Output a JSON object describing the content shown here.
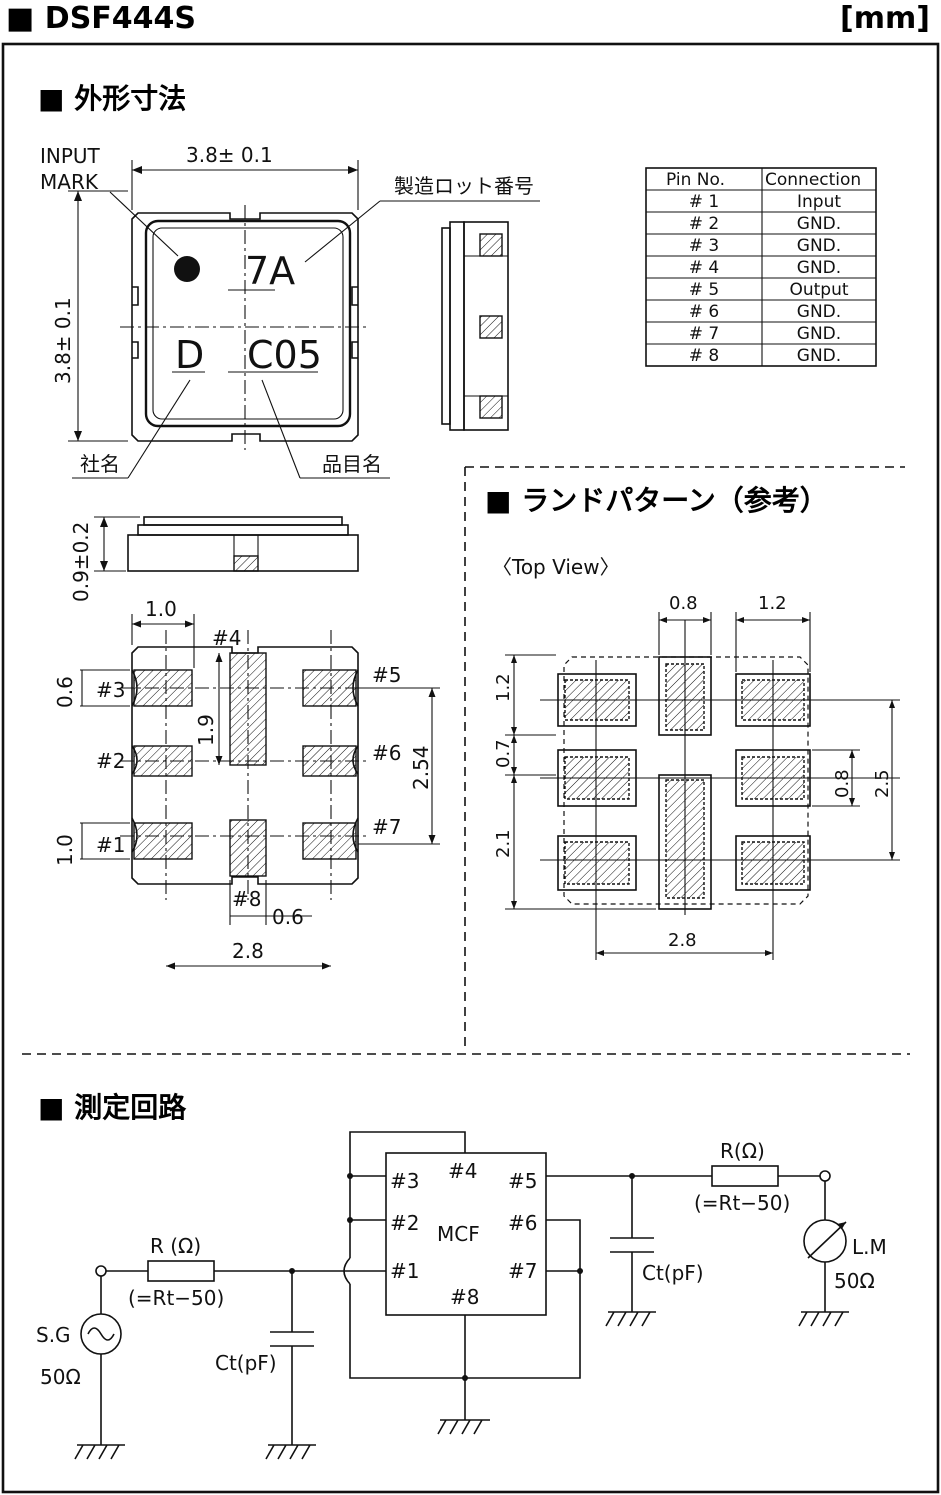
{
  "header": {
    "title": "■ DSF444S",
    "unit": "[mm]"
  },
  "sections": {
    "outline": "■ 外形寸法",
    "land": "■ ランドパターン（参考）",
    "circuit": "■ 測定回路"
  },
  "outline": {
    "width_dim": "3.8± 0.1",
    "height_dim": "3.8± 0.1",
    "input_mark_1": "INPUT",
    "input_mark_2": "MARK",
    "lot_label": "製造ロット番号",
    "company_label": "社名",
    "product_label": "品目名",
    "mark_lot": "7A",
    "mark_company": "D",
    "mark_product": "C05",
    "thickness_dim": "0.9±0.2"
  },
  "pin_table": {
    "headers": [
      "Pin No.",
      "Connection"
    ],
    "rows": [
      [
        "# 1",
        "Input"
      ],
      [
        "# 2",
        "GND."
      ],
      [
        "# 3",
        "GND."
      ],
      [
        "# 4",
        "GND."
      ],
      [
        "# 5",
        "Output"
      ],
      [
        "# 6",
        "GND."
      ],
      [
        "# 7",
        "GND."
      ],
      [
        "# 8",
        "GND."
      ]
    ]
  },
  "bottom_view": {
    "pins": [
      "#1",
      "#2",
      "#3",
      "#4",
      "#5",
      "#6",
      "#7",
      "#8"
    ],
    "dim_pad_w": "1.0",
    "dim_pad_h_top": "0.6",
    "dim_pad_h_bottom": "1.0",
    "dim_center_h": "1.9",
    "dim_center_w": "0.6",
    "dim_pitch_v": "2.54",
    "dim_span": "2.8"
  },
  "land_pattern": {
    "view_label": "〈Top View〉",
    "dim_center_w": "0.8",
    "dim_pad_w": "1.2",
    "dim_top_h": "1.2",
    "dim_gap": "0.7",
    "dim_bottom_h": "2.1",
    "dim_pad_h": "0.8",
    "dim_pitch": "2.5",
    "dim_span": "2.8"
  },
  "circuit": {
    "sg_label": "S.G",
    "sg_imp": "50Ω",
    "r_left": "R (Ω)",
    "r_left_eq": "(=Rt−50)",
    "ct_left": "Ct(pF)",
    "mcf": "MCF",
    "pins": [
      "#1",
      "#2",
      "#3",
      "#4",
      "#5",
      "#6",
      "#7",
      "#8"
    ],
    "ct_right": "Ct(pF)",
    "r_right": "R(Ω)",
    "r_right_eq": "(=Rt−50)",
    "lm_label": "L.M",
    "lm_imp": "50Ω"
  }
}
